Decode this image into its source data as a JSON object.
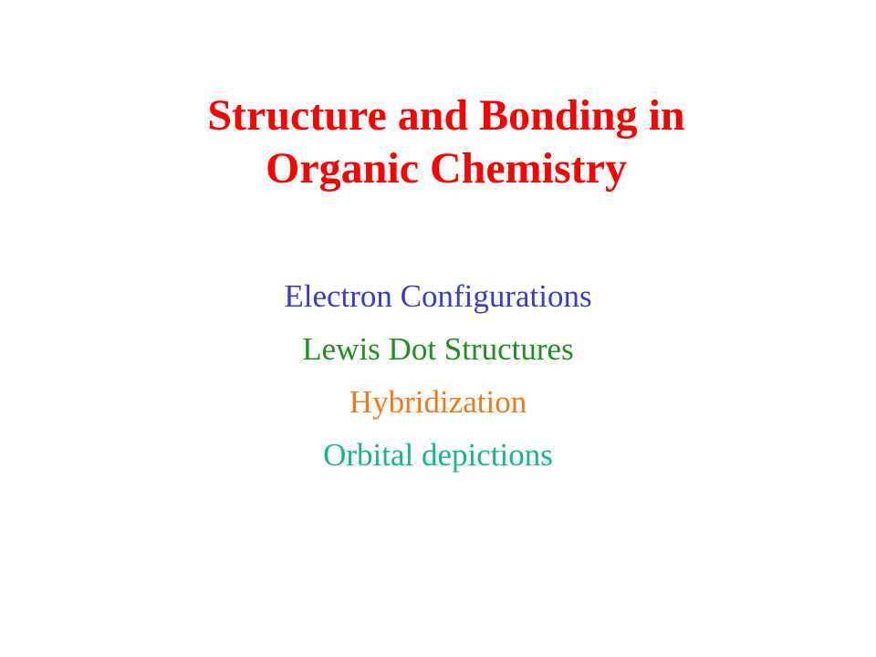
{
  "slide": {
    "title_line_1": "Structure and Bonding in",
    "title_line_2": "Organic Chemistry",
    "title_color": "#ff0000",
    "topics": [
      {
        "label": "Electron Configurations",
        "color": "#3b3bc9"
      },
      {
        "label": "Lewis Dot Structures",
        "color": "#1e8f1e"
      },
      {
        "label": "Hybridization",
        "color": "#f07a1a"
      },
      {
        "label": "Orbital depictions",
        "color": "#12b88a"
      }
    ]
  }
}
